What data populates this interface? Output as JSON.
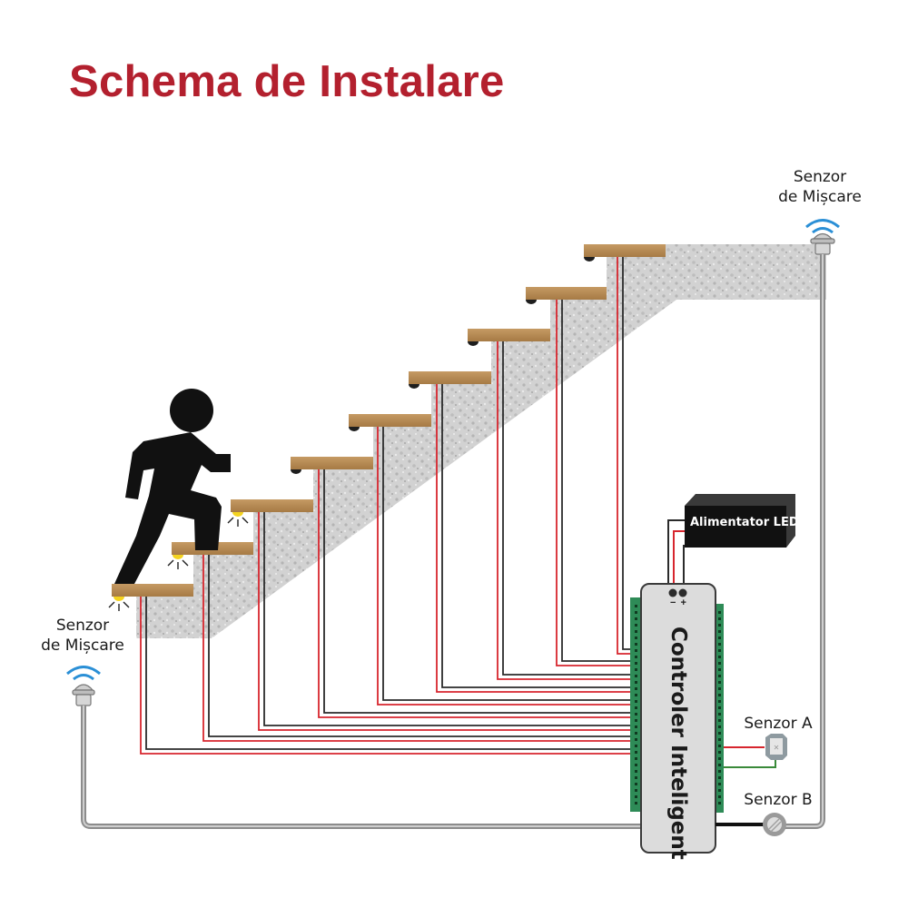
{
  "title": "Schema de Instalare",
  "colors": {
    "title": "#b3202e",
    "wire_positive": "#d7262e",
    "wire_negative": "#2b2b2b",
    "step_wood": "#b58a55",
    "terminal_green": "#2e8b57",
    "controller_body": "#dcdcdc",
    "sensor_signal": "#2a8fd6",
    "psu_body": "#111111"
  },
  "sensors": {
    "motion_top": {
      "label_line1": "Senzor",
      "label_line2": "de Mișcare"
    },
    "motion_bottom": {
      "label_line1": "Senzor",
      "label_line2": "de Mișcare"
    },
    "sensor_a": {
      "label": "Senzor A"
    },
    "sensor_b": {
      "label": "Senzor B"
    }
  },
  "power_supply": {
    "label": "Alimentator LED"
  },
  "controller": {
    "label": "Controler Inteligent",
    "terminal_minus": "−",
    "terminal_plus": "+"
  },
  "stairs": {
    "step_count": 9,
    "lit_steps": [
      1,
      2,
      3
    ],
    "icons": {
      "person": "person-climbing-icon",
      "step_light": "led-light-icon",
      "motion_sensor": "motion-sensor-icon"
    }
  }
}
